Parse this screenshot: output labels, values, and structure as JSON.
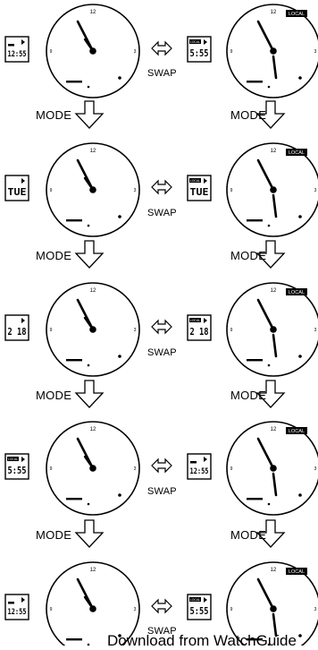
{
  "labels": {
    "mode": "MODE",
    "swap": "SWAP",
    "dial_top": "12",
    "dial_left": "9",
    "dial_right": "3",
    "tag": "LOCAL",
    "footer": "Download from WatchGuide"
  },
  "rows": [
    {
      "left_display": "12:55",
      "left_tag": false,
      "left_pm": true,
      "right_display": "5:55",
      "right_tag": true,
      "right_pm": false
    },
    {
      "left_display": "TUE",
      "left_tag": false,
      "left_pm": false,
      "right_display": "TUE",
      "right_tag": true,
      "right_pm": false
    },
    {
      "left_display": "2 18",
      "left_tag": false,
      "left_pm": false,
      "right_display": "2 18",
      "right_tag": true,
      "right_pm": false
    },
    {
      "left_display": "5:55",
      "left_tag": true,
      "left_pm": false,
      "right_display": "12:55",
      "right_tag": false,
      "right_pm": true
    },
    {
      "left_display": "12:55",
      "left_tag": false,
      "left_pm": true,
      "right_display": "5:55",
      "right_tag": true,
      "right_pm": false
    }
  ],
  "colors": {
    "ink": "#000000",
    "paper": "#ffffff"
  },
  "icons": {
    "swap": "double-arrow-icon",
    "mode": "down-arrow-icon"
  }
}
